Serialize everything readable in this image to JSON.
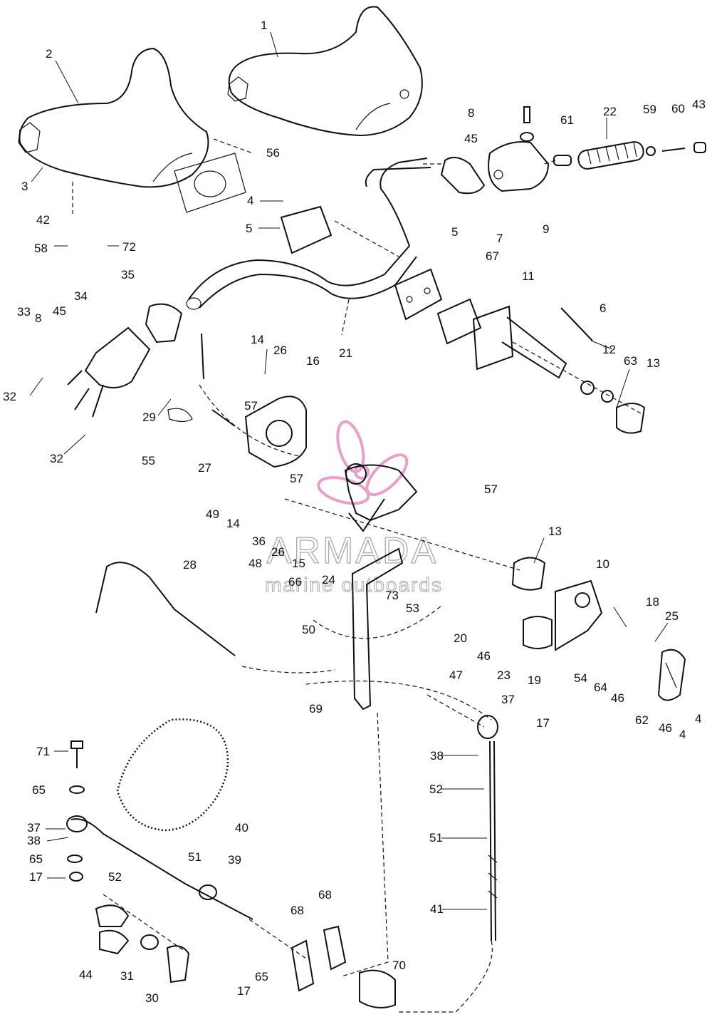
{
  "brand": {
    "name": "ARMADA",
    "tagline": "marine outboards",
    "accent_color": "#e8a0c8",
    "logo_icon": "propeller-icon"
  },
  "callouts": [
    "1",
    "2",
    "3",
    "4",
    "4",
    "4",
    "5",
    "5",
    "6",
    "7",
    "8",
    "8",
    "9",
    "10",
    "11",
    "12",
    "13",
    "13",
    "14",
    "14",
    "15",
    "16",
    "17",
    "17",
    "17",
    "18",
    "19",
    "20",
    "21",
    "22",
    "23",
    "24",
    "25",
    "26",
    "26",
    "27",
    "28",
    "29",
    "30",
    "31",
    "32",
    "32",
    "33",
    "34",
    "35",
    "36",
    "37",
    "37",
    "38",
    "38",
    "39",
    "40",
    "41",
    "42",
    "43",
    "44",
    "45",
    "45",
    "46",
    "46",
    "46",
    "47",
    "48",
    "49",
    "50",
    "51",
    "51",
    "52",
    "52",
    "53",
    "54",
    "55",
    "56",
    "57",
    "57",
    "57",
    "58",
    "59",
    "60",
    "61",
    "62",
    "63",
    "64",
    "65",
    "65",
    "65",
    "66",
    "67",
    "68",
    "68",
    "69",
    "70",
    "71",
    "72",
    "73"
  ]
}
